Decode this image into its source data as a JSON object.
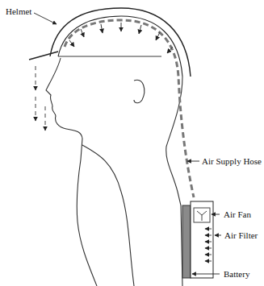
{
  "diagram": {
    "labels": [
      "Helmet",
      "Air Supply Hose",
      "Air Fan",
      "Air Filter",
      "Battery"
    ]
  }
}
